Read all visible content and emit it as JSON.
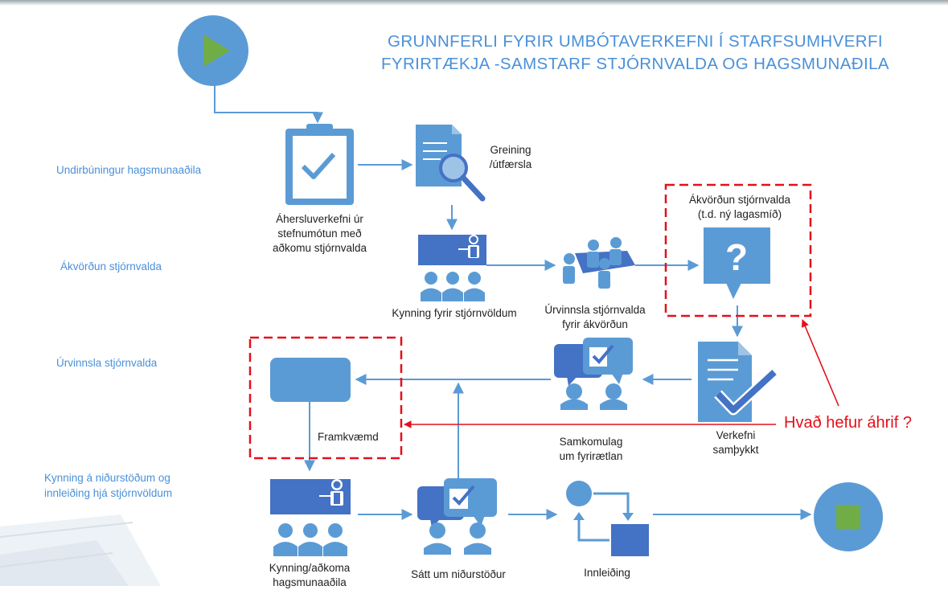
{
  "title": {
    "line1": "GRUNNFERLI FYRIR UMBÓTAVERKEFNI Í STARFSUMHVERFI",
    "line2": "FYRIRTÆKJA -SAMSTARF STJÓRNVALDA OG HAGSMUNAÐILA"
  },
  "lanes": {
    "lane1": "Undirbúningur hagsmunaaðila",
    "lane2": "Ákvörðun stjórnvalda",
    "lane3": "Úrvinnsla stjórnvalda",
    "lane4_line1": "Kynning á niðurstöðum og",
    "lane4_line2": "innleiðing hjá stjórnvöldum"
  },
  "nodes": {
    "focus_line1": "Áhersluverkefni úr",
    "focus_line2": "stefnumótun með",
    "focus_line3": "aðkomu stjórnvalda",
    "analysis_line1": "Greining",
    "analysis_line2": "/útfærsla",
    "presentation": "Kynning fyrir stjórnvöldum",
    "processing_line1": "Úrvinnsla stjórnvalda",
    "processing_line2": "fyrir ákvörðun",
    "decision_line1": "Ákvörðun stjórnvalda",
    "decision_line2": "(t.d. ný lagasmíð)",
    "approved_line1": "Verkefni",
    "approved_line2": "samþykkt",
    "agreement_line1": "Samkomulag",
    "agreement_line2": "um fyrirætlan",
    "execution": "Framkvæmd",
    "stakeholder_line1": "Kynning/aðkoma",
    "stakeholder_line2": "hagsmunaaðila",
    "consensus": "Sátt um niðurstöður",
    "implementation": "Innleiðing"
  },
  "callout": "Hvað hefur áhrif ?",
  "colors": {
    "accent": "#5b9bd5",
    "dark": "#4472c4",
    "title": "#4a90d9",
    "highlight": "#e4101a",
    "start": "#70ad47"
  },
  "icons": {
    "start": "play-icon",
    "end": "stop-icon",
    "focus": "clipboard-check-icon",
    "analysis": "document-search-icon",
    "presentation": "presenter-audience-icon",
    "processing": "team-meeting-icon",
    "decision": "question-bubble-icon",
    "approved": "document-check-icon",
    "agreement": "chat-check-people-icon",
    "implementation": "cycle-process-icon"
  }
}
